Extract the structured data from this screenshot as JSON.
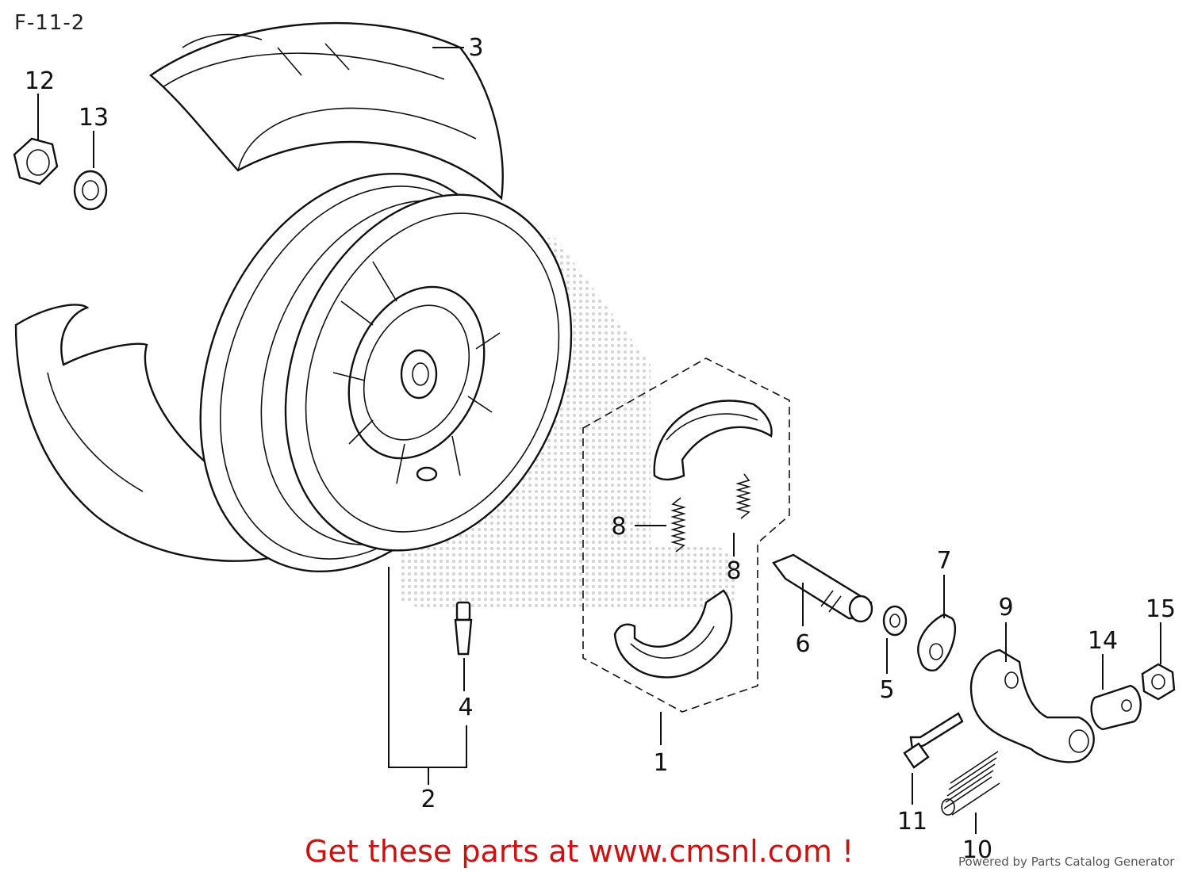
{
  "figure_id": "F-11-2",
  "callouts": [
    "1",
    "2",
    "3",
    "4",
    "5",
    "6",
    "7",
    "8",
    "9",
    "10",
    "11",
    "12",
    "13",
    "14",
    "15"
  ],
  "footer": {
    "cta": "Get these parts at www.cmsnl.com !",
    "powered_by": "Powered by Parts Catalog Generator"
  },
  "colors": {
    "cta": "#cc1111",
    "ink": "#111111",
    "watermark": "#c8c8c8"
  }
}
